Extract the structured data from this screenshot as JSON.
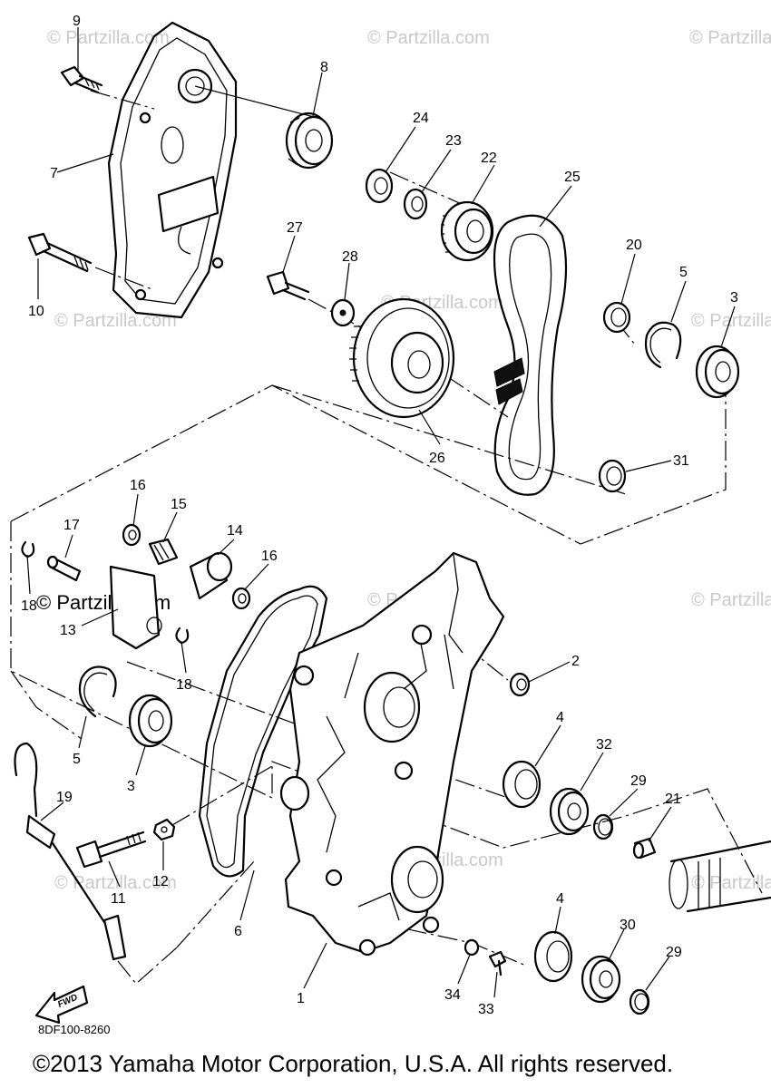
{
  "watermark": "© Partzilla.com",
  "callouts": {
    "c1": "1",
    "c2": "2",
    "c3a": "3",
    "c3b": "3",
    "c4a": "4",
    "c4b": "4",
    "c5a": "5",
    "c5b": "5",
    "c6": "6",
    "c7": "7",
    "c8": "8",
    "c9": "9",
    "c10": "10",
    "c11": "11",
    "c12": "12",
    "c13": "13",
    "c14": "14",
    "c15": "15",
    "c16a": "16",
    "c16b": "16",
    "c17": "17",
    "c18a": "18",
    "c18b": "18",
    "c19": "19",
    "c20": "20",
    "c21": "21",
    "c22": "22",
    "c23": "23",
    "c24": "24",
    "c25": "25",
    "c26": "26",
    "c27": "27",
    "c28": "28",
    "c29a": "29",
    "c29b": "29",
    "c30": "30",
    "c31": "31",
    "c32": "32",
    "c33": "33",
    "c34": "34"
  },
  "fwd_label": "FWD",
  "diagram_code": "8DF100-8260",
  "copyright": "©2013  Yamaha Motor Corporation, U.S.A. All rights reserved."
}
